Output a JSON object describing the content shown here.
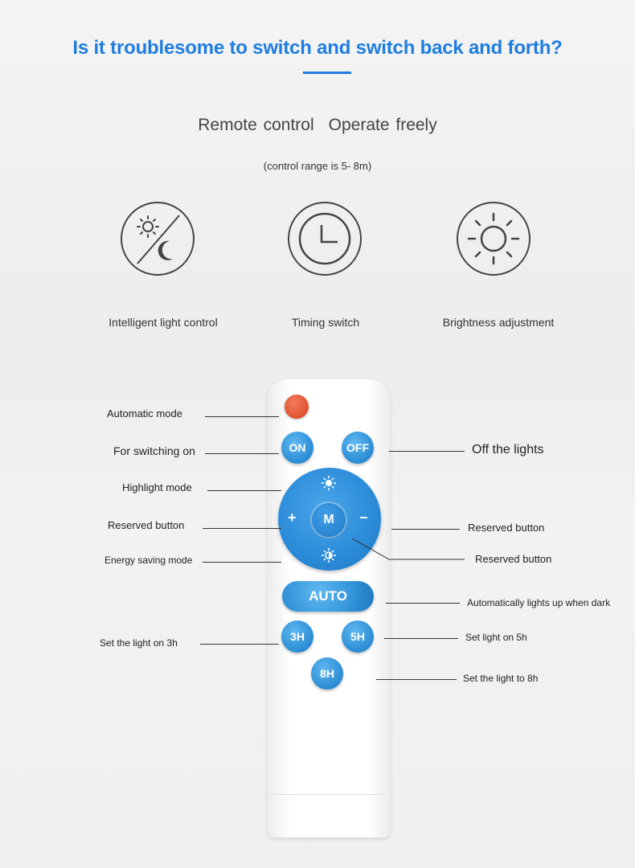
{
  "headline": "Is it troublesome to switch and switch back and forth?",
  "subtitle": {
    "left": "Remote control",
    "right": "Operate freely"
  },
  "range_note": "(control range is 5- 8m)",
  "features": [
    {
      "label": "Intelligent light control",
      "icon": "sun-moon-icon"
    },
    {
      "label": "Timing switch",
      "icon": "clock-icon"
    },
    {
      "label": "Brightness adjustment",
      "icon": "sun-icon"
    }
  ],
  "remote": {
    "buttons": {
      "on": "ON",
      "off": "OFF",
      "m": "M",
      "plus": "+",
      "minus": "−",
      "auto": "AUTO",
      "h3": "3H",
      "h5": "5H",
      "h8": "8H"
    },
    "colors": {
      "button_blue": "#2d8fd6",
      "auto_red": "#e0532f",
      "headline_blue": "#1f7de0"
    }
  },
  "callouts": {
    "automatic_mode": "Automatic mode",
    "switching_on": "For switching on",
    "highlight_mode": "Highlight mode",
    "reserved_left": "Reserved button",
    "energy_saving": "Energy saving mode",
    "light_3h": "Set the light on 3h",
    "off_lights": "Off the lights",
    "reserved_right_1": "Reserved button",
    "reserved_right_2": "Reserved button",
    "auto_dark": "Automatically lights up when dark",
    "light_5h": "Set light on 5h",
    "light_8h": "Set the light to 8h"
  }
}
